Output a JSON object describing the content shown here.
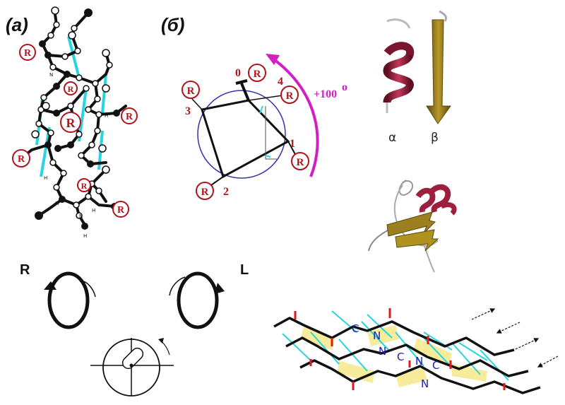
{
  "labels": {
    "panel_a": "(a)",
    "panel_b": "(б)",
    "residue": "R",
    "rot_angle": "+100",
    "degree": "o",
    "alpha": "α",
    "beta": "β",
    "right_hand": "R",
    "left_hand": "L",
    "atom_n": "N",
    "atom_h": "H",
    "atom_c": "C"
  },
  "wheel_numbers": [
    "0",
    "1",
    "2",
    "3",
    "4"
  ],
  "sheet_letters": [
    "C",
    "N",
    "N",
    "C",
    "N",
    "C",
    "N"
  ],
  "colors": {
    "residue": "#b0141b",
    "hbond": "#27d4e0",
    "rotation_arrow": "#d11fc4",
    "helix": "#9c1f3d",
    "strand": "#8a6f18",
    "wheel_circle": "#3434a8",
    "sheet_letters": "#1a1ab8"
  }
}
